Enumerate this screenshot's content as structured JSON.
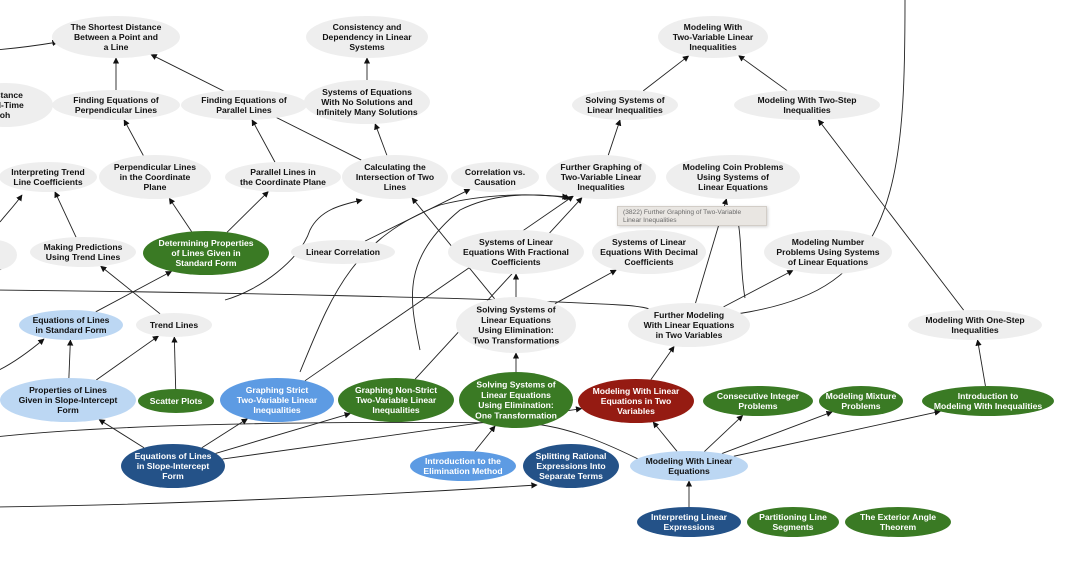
{
  "tooltip": "(3822) Further Graphing of Two-Variable Linear Inequalities",
  "palette": {
    "gray": "#eeeeee",
    "light_blue": "#bcd7f3",
    "blue": "#5d9be3",
    "dark_blue": "#245288",
    "green": "#3a7a24",
    "red": "#951b12"
  },
  "nodes": [
    {
      "id": "shortest_distance",
      "lines": [
        "The Shortest Distance",
        "Between a Point and",
        "a Line"
      ],
      "style": "gray"
    },
    {
      "id": "consistency",
      "lines": [
        "Consistency and",
        "Dependency in Linear",
        "Systems"
      ],
      "style": "gray"
    },
    {
      "id": "modeling_two_var_ineq",
      "lines": [
        "Modeling With",
        "Two-Variable Linear",
        "Inequalities"
      ],
      "style": "gray"
    },
    {
      "id": "distance_speed_time",
      "lines": [
        "Distance",
        "eed-Time",
        "oh"
      ],
      "style": "gray"
    },
    {
      "id": "finding_perp",
      "lines": [
        "Finding Equations of",
        "Perpendicular Lines"
      ],
      "style": "gray"
    },
    {
      "id": "finding_parallel",
      "lines": [
        "Finding Equations of",
        "Parallel Lines"
      ],
      "style": "gray"
    },
    {
      "id": "systems_no_solutions",
      "lines": [
        "Systems of Equations",
        "With No Solutions and",
        "Infinitely Many Solutions"
      ],
      "style": "gray"
    },
    {
      "id": "solving_systems_ineq",
      "lines": [
        "Solving Systems of",
        "Linear Inequalities"
      ],
      "style": "gray"
    },
    {
      "id": "modeling_two_step_ineq",
      "lines": [
        "Modeling With Two-Step",
        "Inequalities"
      ],
      "style": "gray"
    },
    {
      "id": "interpreting_trend",
      "lines": [
        "Interpreting Trend",
        "Line Coefficients"
      ],
      "style": "gray"
    },
    {
      "id": "perp_lines_plane",
      "lines": [
        "Perpendicular Lines",
        "in the Coordinate",
        "Plane"
      ],
      "style": "gray"
    },
    {
      "id": "parallel_lines_plane",
      "lines": [
        "Parallel Lines in",
        "the Coordinate Plane"
      ],
      "style": "gray"
    },
    {
      "id": "calc_intersection",
      "lines": [
        "Calculating the",
        "Intersection of Two",
        "Lines"
      ],
      "style": "gray"
    },
    {
      "id": "correlation_causation",
      "lines": [
        "Correlation vs.",
        "Causation"
      ],
      "style": "gray"
    },
    {
      "id": "further_graphing",
      "lines": [
        "Further Graphing of",
        "Two-Variable Linear",
        "Inequalities"
      ],
      "style": "gray"
    },
    {
      "id": "coin_problems",
      "lines": [
        "Modeling Coin Problems",
        "Using Systems of",
        "Linear Equations"
      ],
      "style": "gray"
    },
    {
      "id": "left_partial",
      "lines": [
        "s",
        "es"
      ],
      "style": "gray"
    },
    {
      "id": "making_predictions",
      "lines": [
        "Making Predictions",
        "Using Trend Lines"
      ],
      "style": "gray"
    },
    {
      "id": "determining_props",
      "lines": [
        "Determining Properties",
        "of Lines Given in",
        "Standard Form"
      ],
      "style": "green"
    },
    {
      "id": "linear_correlation",
      "lines": [
        "Linear Correlation"
      ],
      "style": "gray"
    },
    {
      "id": "systems_fractional",
      "lines": [
        "Systems of Linear",
        "Equations With Fractional",
        "Coefficients"
      ],
      "style": "gray"
    },
    {
      "id": "systems_decimal",
      "lines": [
        "Systems of Linear",
        "Equations With Decimal",
        "Coefficients"
      ],
      "style": "gray"
    },
    {
      "id": "number_problems",
      "lines": [
        "Modeling Number",
        "Problems Using Systems",
        "of Linear Equations"
      ],
      "style": "gray"
    },
    {
      "id": "eq_standard_form",
      "lines": [
        "Equations of Lines",
        "in Standard Form"
      ],
      "style": "light_blue"
    },
    {
      "id": "trend_lines",
      "lines": [
        "Trend Lines"
      ],
      "style": "gray"
    },
    {
      "id": "solving_two_transform",
      "lines": [
        "Solving Systems of",
        "Linear Equations",
        "Using Elimination:",
        "Two Transformations"
      ],
      "style": "gray"
    },
    {
      "id": "further_modeling",
      "lines": [
        "Further Modeling",
        "With Linear Equations",
        "in Two Variables"
      ],
      "style": "gray"
    },
    {
      "id": "modeling_one_step",
      "lines": [
        "Modeling With One-Step",
        "Inequalities"
      ],
      "style": "gray"
    },
    {
      "id": "props_slope_intercept",
      "lines": [
        "Properties of Lines",
        "Given in Slope-Intercept",
        "Form"
      ],
      "style": "light_blue"
    },
    {
      "id": "scatter_plots",
      "lines": [
        "Scatter Plots"
      ],
      "style": "green"
    },
    {
      "id": "graphing_strict",
      "lines": [
        "Graphing Strict",
        "Two-Variable Linear",
        "Inequalities"
      ],
      "style": "blue"
    },
    {
      "id": "graphing_nonstrict",
      "lines": [
        "Graphing Non-Strict",
        "Two-Variable Linear",
        "Inequalities"
      ],
      "style": "green"
    },
    {
      "id": "solving_one_transform",
      "lines": [
        "Solving Systems of",
        "Linear Equations",
        "Using Elimination:",
        "One Transformation"
      ],
      "style": "green"
    },
    {
      "id": "modeling_linear_two_var",
      "lines": [
        "Modeling With Linear",
        "Equations in Two",
        "Variables"
      ],
      "style": "red"
    },
    {
      "id": "consecutive_integer",
      "lines": [
        "Consecutive Integer",
        "Problems"
      ],
      "style": "green"
    },
    {
      "id": "mixture_problems",
      "lines": [
        "Modeling Mixture",
        "Problems"
      ],
      "style": "green"
    },
    {
      "id": "intro_modeling_ineq",
      "lines": [
        "Introduction to",
        "Modeling With Inequalities"
      ],
      "style": "green"
    },
    {
      "id": "eq_slope_intercept",
      "lines": [
        "Equations of Lines",
        "in Slope-Intercept",
        "Form"
      ],
      "style": "dark_blue"
    },
    {
      "id": "intro_elimination",
      "lines": [
        "Introduction to the",
        "Elimination Method"
      ],
      "style": "blue"
    },
    {
      "id": "splitting_rational",
      "lines": [
        "Splitting Rational",
        "Expressions Into",
        "Separate Terms"
      ],
      "style": "dark_blue"
    },
    {
      "id": "modeling_linear_eq",
      "lines": [
        "Modeling With Linear",
        "Equations"
      ],
      "style": "light_blue"
    },
    {
      "id": "interpreting_linear_expr",
      "lines": [
        "Interpreting Linear",
        "Expressions"
      ],
      "style": "dark_blue"
    },
    {
      "id": "partitioning_segments",
      "lines": [
        "Partitioning Line",
        "Segments"
      ],
      "style": "green"
    },
    {
      "id": "exterior_angle",
      "lines": [
        "The Exterior Angle",
        "Theorem"
      ],
      "style": "green"
    }
  ],
  "edges": [
    {
      "from": "finding_perp",
      "to": "shortest_distance"
    },
    {
      "from": "systems_no_solutions",
      "to": "consistency"
    },
    {
      "from": "calc_intersection",
      "to": "shortest_distance"
    },
    {
      "from": "solving_systems_ineq",
      "to": "modeling_two_var_ineq"
    },
    {
      "from": "modeling_two_step_ineq",
      "to": "modeling_two_var_ineq"
    },
    {
      "from": "perp_lines_plane",
      "to": "finding_perp"
    },
    {
      "from": "parallel_lines_plane",
      "to": "finding_parallel"
    },
    {
      "from": "calc_intersection",
      "to": "systems_no_solutions"
    },
    {
      "from": "further_graphing",
      "to": "solving_systems_ineq"
    },
    {
      "from": "making_predictions",
      "to": "interpreting_trend"
    },
    {
      "from": "determining_props",
      "to": "perp_lines_plane"
    },
    {
      "from": "determining_props",
      "to": "parallel_lines_plane"
    },
    {
      "from": "trend_lines",
      "to": "making_predictions"
    },
    {
      "from": "linear_correlation",
      "to": "correlation_causation"
    },
    {
      "from": "eq_standard_form",
      "to": "determining_props"
    },
    {
      "from": "scatter_plots",
      "to": "trend_lines"
    },
    {
      "from": "solving_one_transform",
      "to": "solving_two_transform"
    },
    {
      "from": "solving_two_transform",
      "to": "systems_fractional"
    },
    {
      "from": "solving_two_transform",
      "to": "systems_decimal"
    },
    {
      "from": "solving_two_transform",
      "to": "calc_intersection"
    },
    {
      "from": "modeling_linear_two_var",
      "to": "further_modeling"
    },
    {
      "from": "further_modeling",
      "to": "number_problems"
    },
    {
      "from": "further_modeling",
      "to": "coin_problems"
    },
    {
      "from": "intro_modeling_ineq",
      "to": "modeling_one_step"
    },
    {
      "from": "props_slope_intercept",
      "to": "eq_standard_form"
    },
    {
      "from": "props_slope_intercept",
      "to": "trend_lines"
    },
    {
      "from": "eq_slope_intercept",
      "to": "props_slope_intercept"
    },
    {
      "from": "eq_slope_intercept",
      "to": "graphing_strict"
    },
    {
      "from": "eq_slope_intercept",
      "to": "graphing_nonstrict"
    },
    {
      "from": "eq_slope_intercept",
      "to": "modeling_linear_two_var"
    },
    {
      "from": "intro_elimination",
      "to": "solving_one_transform"
    },
    {
      "from": "modeling_linear_eq",
      "to": "modeling_linear_two_var"
    },
    {
      "from": "modeling_linear_eq",
      "to": "consecutive_integer"
    },
    {
      "from": "modeling_linear_eq",
      "to": "mixture_problems"
    },
    {
      "from": "modeling_linear_eq",
      "to": "intro_modeling_ineq"
    },
    {
      "from": "interpreting_linear_expr",
      "to": "modeling_linear_eq"
    },
    {
      "from": "graphing_strict",
      "to": "further_graphing"
    },
    {
      "from": "graphing_nonstrict",
      "to": "further_graphing"
    },
    {
      "from": "modeling_one_step",
      "to": "modeling_two_step_ineq"
    }
  ]
}
